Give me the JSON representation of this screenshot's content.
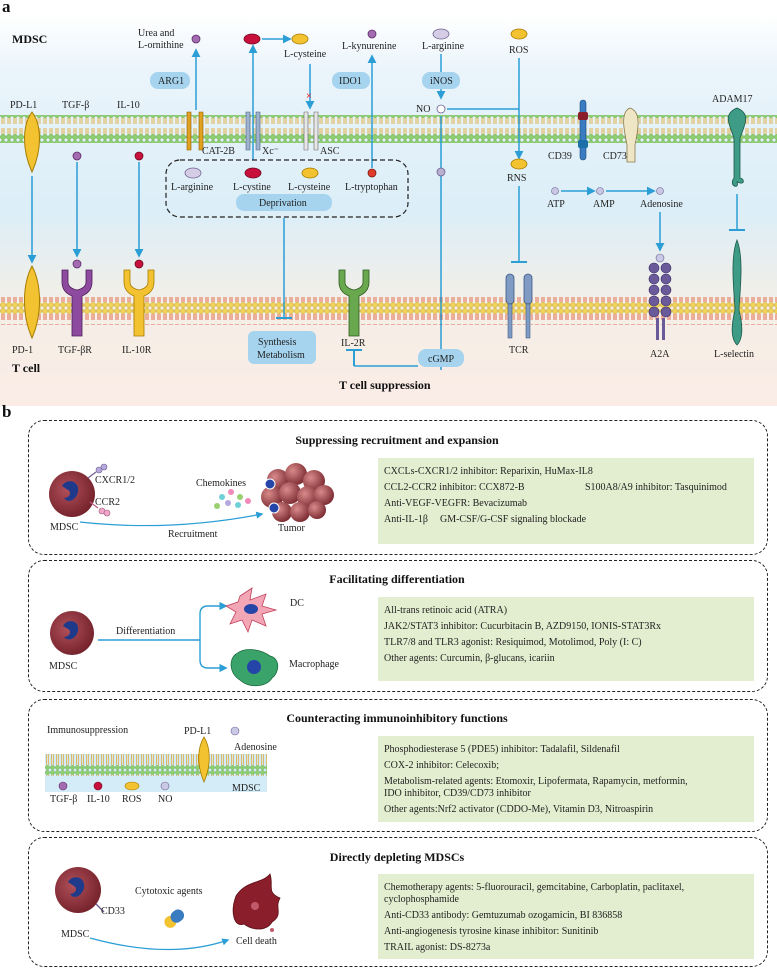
{
  "panel_a": {
    "letter": "a",
    "mdsc": "MDSC",
    "t_cell": "T cell",
    "t_cell_suppression": "T cell suppression",
    "labels": {
      "pd_l1": "PD-L1",
      "tgf_b": "TGF-β",
      "il_10": "IL-10",
      "urea_1": "Urea and",
      "urea_2": "L-ornithine",
      "arg1": "ARG1",
      "l_cysteine_top": "L-cysteine",
      "l_kynurenine": "L-kynurenine",
      "l_arginine_top": "L-arginine",
      "ido1": "IDO1",
      "inos": "iNOS",
      "no": "NO",
      "ros": "ROS",
      "cat2b": "CAT-2B",
      "xc": "Xc⁻",
      "asc": "ASC",
      "l_arginine": "L-arginine",
      "l_cystine": "L-cystine",
      "l_cysteine": "L-cysteine",
      "l_tryptophan": "L-tryptophan",
      "deprivation": "Deprivation",
      "rns": "RNS",
      "cd39": "CD39",
      "cd73": "CD73",
      "atp": "ATP",
      "amp": "AMP",
      "adenosine": "Adenosine",
      "adam17": "ADAM17",
      "pd_1": "PD-1",
      "tgf_br": "TGF-βR",
      "il_10r": "IL-10R",
      "synthesis": "Synthesis",
      "metabolism": "Metabolism",
      "il_2r": "IL-2R",
      "cgmp": "cGMP",
      "tcr": "TCR",
      "a2a": "A2A",
      "l_selectin": "L-selectin"
    }
  },
  "panel_b": {
    "letter": "b",
    "sections": [
      {
        "title": "Suppressing recruitment and expansion",
        "labels": {
          "cxcr": "CXCR1/2",
          "ccr2": "CCR2",
          "mdsc": "MDSC",
          "chemokines": "Chemokines",
          "recruitment": "Recruitment",
          "tumor": "Tumor"
        },
        "lines": [
          "CXCLs-CXCR1/2 inhibitor: Reparixin, HuMax-IL8",
          "CCL2-CCR2 inhibitor: CCX872-B",
          "S100A8/A9 inhibitor: Tasquinimod",
          "Anti-VEGF-VEGFR: Bevacizumab",
          "Anti-IL-1β",
          "GM-CSF/G-CSF signaling blockade"
        ]
      },
      {
        "title": "Facilitating differentiation",
        "labels": {
          "mdsc": "MDSC",
          "differentiation": "Differentiation",
          "dc": "DC",
          "macrophage": "Macrophage"
        },
        "lines": [
          "All-trans retinoic acid (ATRA)",
          "JAK2/STAT3 inhibitor: Cucurbitacin B, AZD9150, IONIS-STAT3Rx",
          "TLR7/8 and TLR3 agonist: Resiquimod, Motolimod, Poly (I: C)",
          "Other agents: Curcumin, β-glucans, icariin"
        ]
      },
      {
        "title": "Counteracting immunoinhibitory functions",
        "labels": {
          "immunosuppression": "Immunosuppression",
          "pd_l1": "PD-L1",
          "adenosine": "Adenosine",
          "tgf_b": "TGF-β",
          "il_10": "IL-10",
          "ros": "ROS",
          "no": "NO",
          "mdsc": "MDSC"
        },
        "lines": [
          "Phosphodiesterase 5 (PDE5) inhibitor: Tadalafil, Sildenafil",
          "COX-2 inhibitor: Celecoxib;",
          "Metabolism-related agents: Etomoxir, Lipofermata, Rapamycin, metformin,",
          "IDO inhibitor, CD39/CD73 inhibitor",
          "Other agents:Nrf2 activator (CDDO-Me), Vitamin D3, Nitroaspirin"
        ]
      },
      {
        "title": "Directly depleting MDSCs",
        "labels": {
          "cd33": "CD33",
          "mdsc": "MDSC",
          "cytotoxic": "Cytotoxic agents",
          "cell_death": "Cell death"
        },
        "lines": [
          "Chemotherapy agents: 5-fluorouracil, gemcitabine, Carboplatin, paclitaxel,",
          "cyclophosphamide",
          "Anti-CD33 antibody: Gemtuzumab ozogamicin, BI 836858",
          "Anti-angiogenesis tyrosine kinase inhibitor: Sunitinib",
          "TRAIL agonist: DS-8273a"
        ]
      }
    ]
  },
  "colors": {
    "membrane_top": "#7ec3e6",
    "membrane_bottom": "#f2a38f",
    "arrow": "#2b9ed6",
    "pill": "#a6d4ef",
    "green_box": "#e3edcf",
    "yellow": "#f2c230",
    "purple": "#8e4a9e",
    "red": "#c8103c"
  }
}
